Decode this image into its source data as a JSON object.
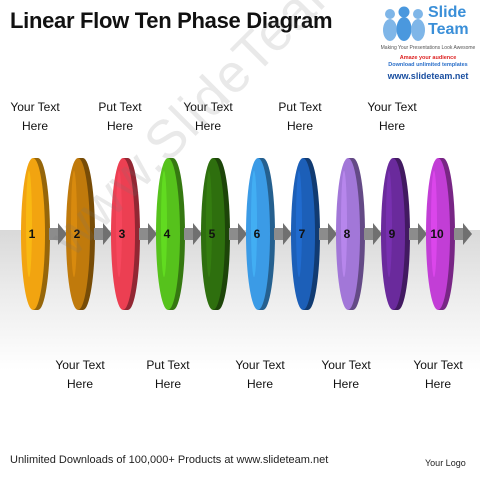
{
  "title": "Linear Flow Ten Phase Diagram",
  "logo": {
    "name_line1": "Slide",
    "name_line2": "Team",
    "tagline": "Making Your Presentations Look Awesome",
    "amaze": "Amaze your audience",
    "download": "Download unlimited templates",
    "url": "www.slideteam.net"
  },
  "watermark": "www.SlideTeam.net",
  "phases": [
    {
      "number": "1",
      "color": "#f2a410"
    },
    {
      "number": "2",
      "color": "#c07a0c"
    },
    {
      "number": "3",
      "color": "#ec3f52"
    },
    {
      "number": "4",
      "color": "#56c21c"
    },
    {
      "number": "5",
      "color": "#2e6f0e"
    },
    {
      "number": "6",
      "color": "#3b9be6"
    },
    {
      "number": "7",
      "color": "#1c5fb8"
    },
    {
      "number": "8",
      "color": "#a277d8"
    },
    {
      "number": "9",
      "color": "#6a2a9c"
    },
    {
      "number": "10",
      "color": "#c23ed6"
    }
  ],
  "top_captions": [
    {
      "line1": "Your Text",
      "line2": "Here"
    },
    {
      "line1": "Put Text",
      "line2": "Here"
    },
    {
      "line1": "Your Text",
      "line2": "Here"
    },
    {
      "line1": "Put Text",
      "line2": "Here"
    },
    {
      "line1": "Your Text",
      "line2": "Here"
    }
  ],
  "bottom_captions": [
    {
      "line1": "Your Text",
      "line2": "Here"
    },
    {
      "line1": "Put Text",
      "line2": "Here"
    },
    {
      "line1": "Your Text",
      "line2": "Here"
    },
    {
      "line1": "Your Text",
      "line2": "Here"
    },
    {
      "line1": "Your Text",
      "line2": "Here"
    }
  ],
  "arrow_color": "#8c8c8c",
  "footer_note": "Unlimited Downloads of 100,000+ Products at www.slideteam.net",
  "footer_logo": "Your Logo"
}
